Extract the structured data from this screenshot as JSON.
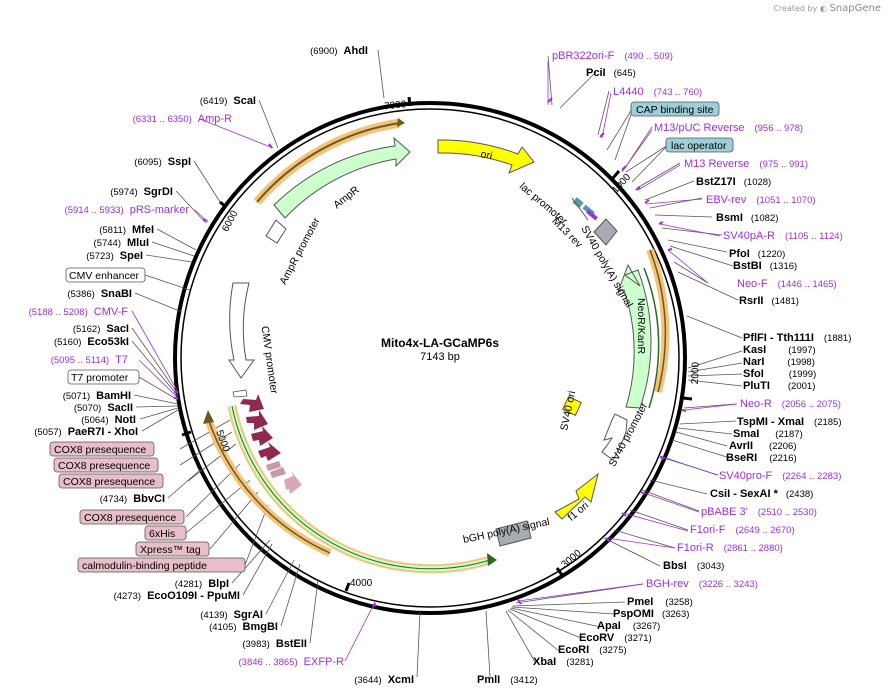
{
  "credit": {
    "prefix": "Created by",
    "brand": "SnapGene"
  },
  "plasmid": {
    "name": "Mito4x-LA-GCaMP6s",
    "size": "7143 bp"
  },
  "ticks": [
    "1000",
    "2000",
    "3000",
    "4000",
    "5000",
    "6000",
    "7000"
  ],
  "features": [
    {
      "id": "ori",
      "label": "ori"
    },
    {
      "id": "ampr",
      "label": "AmpR"
    },
    {
      "id": "ampr-promoter",
      "label": "AmpR promoter"
    },
    {
      "id": "cmv-promoter",
      "label": "CMV promoter"
    },
    {
      "id": "lac-promoter",
      "label": "lac promoter"
    },
    {
      "id": "m13-rev",
      "label": "M13 rev"
    },
    {
      "id": "sv40-polya",
      "label": "SV40 poly(A) signal"
    },
    {
      "id": "neor",
      "label": "NeoR/KanR"
    },
    {
      "id": "sv40-ori",
      "label": "SV40 ori"
    },
    {
      "id": "sv40-promoter",
      "label": "SV40 promoter"
    },
    {
      "id": "f1-ori",
      "label": "f1 ori"
    },
    {
      "id": "bgh-polya",
      "label": "bGH poly(A) signal"
    }
  ],
  "right_sites": [
    {
      "name": "PciI",
      "pos": "(645)"
    },
    {
      "name": "BstZ17I",
      "pos": "(1028)"
    },
    {
      "name": "BsmI",
      "pos": "(1082)"
    },
    {
      "name": "PfoI",
      "pos": "(1220)"
    },
    {
      "name": "BstBI",
      "pos": "(1316)"
    },
    {
      "name": "RsrII",
      "pos": "(1481)"
    },
    {
      "name": "PflFI  -  Tth111I",
      "pos": "(1881)"
    },
    {
      "name": "KasI",
      "pos": "(1997)"
    },
    {
      "name": "NarI",
      "pos": "(1998)"
    },
    {
      "name": "SfoI",
      "pos": "(1999)"
    },
    {
      "name": "PluTI",
      "pos": "(2001)"
    },
    {
      "name": "TspMI  -  XmaI",
      "pos": "(2185)"
    },
    {
      "name": "SmaI",
      "pos": "(2187)"
    },
    {
      "name": "AvrII",
      "pos": "(2206)"
    },
    {
      "name": "BseRI",
      "pos": "(2216)"
    },
    {
      "name": "CsiI  -  SexAI *",
      "pos": "(2438)"
    },
    {
      "name": "BbsI",
      "pos": "(3043)"
    },
    {
      "name": "PmeI",
      "pos": "(3258)"
    },
    {
      "name": "PspOMI",
      "pos": "(3263)"
    },
    {
      "name": "ApaI",
      "pos": "(3267)"
    },
    {
      "name": "EcoRV",
      "pos": "(3271)"
    },
    {
      "name": "EcoRI",
      "pos": "(3275)"
    },
    {
      "name": "XbaI",
      "pos": "(3281)"
    },
    {
      "name": "PmlI",
      "pos": "(3412)"
    }
  ],
  "left_sites": [
    {
      "pos": "(6900)",
      "name": "AhdI"
    },
    {
      "pos": "(6419)",
      "name": "ScaI"
    },
    {
      "pos": "(6095)",
      "name": "SspI"
    },
    {
      "pos": "(5974)",
      "name": "SgrDI"
    },
    {
      "pos": "(5811)",
      "name": "MfeI"
    },
    {
      "pos": "(5744)",
      "name": "MluI"
    },
    {
      "pos": "(5723)",
      "name": "SpeI"
    },
    {
      "pos": "(5386)",
      "name": "SnaBI"
    },
    {
      "pos": "(5162)",
      "name": "SacI"
    },
    {
      "pos": "(5160)",
      "name": "Eco53kI"
    },
    {
      "pos": "(5071)",
      "name": "BamHI"
    },
    {
      "pos": "(5070)",
      "name": "SacII"
    },
    {
      "pos": "(5064)",
      "name": "NotI"
    },
    {
      "pos": "(5057)",
      "name": "PaeR7I   -  XhoI"
    },
    {
      "pos": "(4734)",
      "name": "BbvCI"
    },
    {
      "pos": "(4281)",
      "name": "BlpI"
    },
    {
      "pos": "(4273)",
      "name": "EcoO109I   -  PpuMI"
    },
    {
      "pos": "(4139)",
      "name": "SgrAI"
    },
    {
      "pos": "(4105)",
      "name": "BmgBI"
    },
    {
      "pos": "(3983)",
      "name": "BstEII"
    },
    {
      "pos": "(3644)",
      "name": "XcmI"
    }
  ],
  "right_primers": [
    {
      "name": "pBR322ori-F",
      "range": "(490 .. 509)"
    },
    {
      "name": "L4440",
      "range": "(743 .. 760)"
    },
    {
      "name": "M13/pUC Reverse",
      "range": "(956 .. 978)"
    },
    {
      "name": "M13 Reverse",
      "range": "(975 .. 991)"
    },
    {
      "name": "EBV-rev",
      "range": "(1051 .. 1070)"
    },
    {
      "name": "SV40pA-R",
      "range": "(1105 .. 1124)"
    },
    {
      "name": "Neo-F",
      "range": "(1446 .. 1465)"
    },
    {
      "name": "Neo-R",
      "range": "(2056 .. 2075)"
    },
    {
      "name": "SV40pro-F",
      "range": "(2264 .. 2283)"
    },
    {
      "name": "pBABE 3'",
      "range": "(2510 .. 2530)"
    },
    {
      "name": "F1ori-F",
      "range": "(2649 .. 2670)"
    },
    {
      "name": "F1ori-R",
      "range": "(2861 .. 2880)"
    },
    {
      "name": "BGH-rev",
      "range": "(3226 .. 3243)"
    }
  ],
  "left_primers": [
    {
      "range": "(6331 .. 6350)",
      "name": "Amp-R"
    },
    {
      "range": "(5914 .. 5933)",
      "name": "pRS-marker"
    },
    {
      "range": "(5188 .. 5208)",
      "name": "CMV-F"
    },
    {
      "range": "(5095 .. 5114)",
      "name": "T7"
    },
    {
      "range": "(3846 .. 3865)",
      "name": "EXFP-R"
    }
  ],
  "boxed_labels": [
    {
      "name": "CAP binding site",
      "style": "teal"
    },
    {
      "name": "lac operator",
      "style": "teal"
    },
    {
      "name": "CMV enhancer",
      "style": "white"
    },
    {
      "name": "T7 promoter",
      "style": "white"
    },
    {
      "name": "COX8 presequence",
      "style": "pink"
    },
    {
      "name": "COX8 presequence",
      "style": "pink"
    },
    {
      "name": "COX8 presequence",
      "style": "pink"
    },
    {
      "name": "COX8 presequence",
      "style": "pink"
    },
    {
      "name": "6xHis",
      "style": "pink"
    },
    {
      "name": "Xpress™ tag",
      "style": "pink"
    },
    {
      "name": "calmodulin-binding peptide",
      "style": "pink"
    }
  ],
  "colors": {
    "backbone": "#000000",
    "ori": "#ffff00",
    "ampr": "#ccffcc",
    "orf_highlight": "#f5c27a",
    "orf_line": "#6b5a1e",
    "primer": "#9b30d9",
    "cox8": "#8e2a52",
    "teal_box": "#9ccfd8",
    "pink_box": "#e8bfc8",
    "grey_box": "#a7acb2"
  }
}
